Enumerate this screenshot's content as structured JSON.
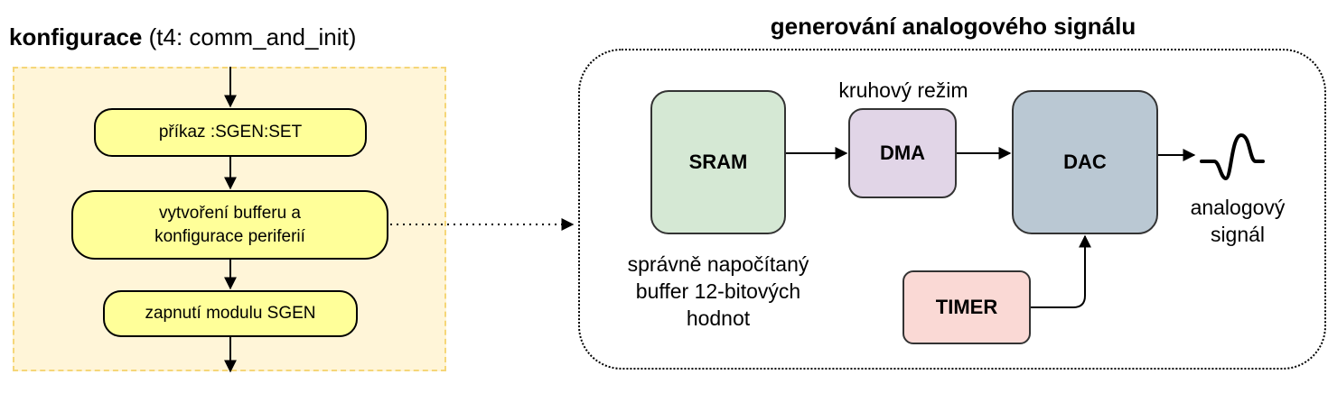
{
  "config": {
    "title_bold": "konfigurace",
    "title_rest": "(t4: comm_and_init)",
    "steps": [
      "příkaz :SGEN:SET",
      "vytvoření bufferu a",
      "konfigurace periferií",
      "zapnutí modulu SGEN"
    ]
  },
  "generation": {
    "title": "generování analogového signálu",
    "sram": "SRAM",
    "sram_desc": [
      "správně napočítaný",
      "buffer 12-bitových",
      "hodnot"
    ],
    "dma": "DMA",
    "dma_mode": "kruhový režim",
    "dac": "DAC",
    "timer": "TIMER",
    "output": [
      "analogový",
      "signál"
    ],
    "output_icon": "sine-wave-icon"
  },
  "colors": {
    "config_fill": "#fff2cc",
    "config_border": "#f2c94c",
    "step_fill": "#ffff99",
    "sram_fill": "#d5e8d4",
    "dma_fill": "#e1d5e7",
    "dac_fill": "#bac8d3",
    "timer_fill": "#fad9d5"
  }
}
